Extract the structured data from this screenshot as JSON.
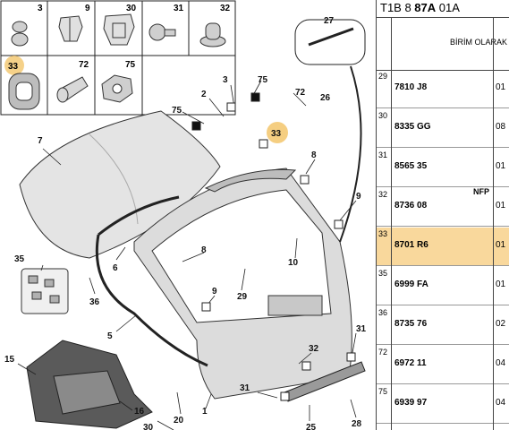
{
  "table": {
    "header_prefix": "T1B 8 ",
    "header_bold": "87A",
    "header_suffix": " 01A",
    "subheader": "BİRİM OLARAK",
    "rows": [
      {
        "no": "29",
        "code": "7810 J8",
        "qty": "01",
        "note": ""
      },
      {
        "no": "30",
        "code": "8335 GG",
        "qty": "08",
        "note": ""
      },
      {
        "no": "31",
        "code": "8565 35",
        "qty": "01",
        "note": ""
      },
      {
        "no": "32",
        "code": "8736 08",
        "qty": "01",
        "note": "NFP"
      },
      {
        "no": "33",
        "code": "8701 R6",
        "qty": "01",
        "note": "",
        "highlight": true
      },
      {
        "no": "35",
        "code": "6999 FA",
        "qty": "01",
        "note": ""
      },
      {
        "no": "36",
        "code": "8735 76",
        "qty": "02",
        "note": ""
      },
      {
        "no": "72",
        "code": "6972 11",
        "qty": "04",
        "note": ""
      },
      {
        "no": "75",
        "code": "6939 97",
        "qty": "04",
        "note": ""
      }
    ]
  },
  "thumbnails": [
    {
      "label": "3"
    },
    {
      "label": "9"
    },
    {
      "label": "30"
    },
    {
      "label": "31"
    },
    {
      "label": "32"
    },
    {
      "label": "33"
    },
    {
      "label": "72"
    },
    {
      "label": "75"
    }
  ],
  "callouts": {
    "c27": "27",
    "c75a": "75",
    "c3": "3",
    "c2": "2",
    "c72": "72",
    "c26": "26",
    "c7": "7",
    "c75b": "75",
    "c33": "33",
    "c8a": "8",
    "c9a": "9",
    "c6": "6",
    "c8b": "8",
    "c10": "10",
    "c35": "35",
    "c9b": "9",
    "c29": "29",
    "c36": "36",
    "c5": "5",
    "c31a": "31",
    "c32": "32",
    "c15": "15",
    "c31b": "31",
    "c16": "16",
    "c20": "20",
    "c1": "1",
    "c25": "25",
    "c28": "28",
    "c30": "30"
  },
  "colors": {
    "highlight": "#f9d89c",
    "callout_circle": "#f3c66b",
    "part_fill": "#d6d6d6",
    "line": "#222222"
  }
}
